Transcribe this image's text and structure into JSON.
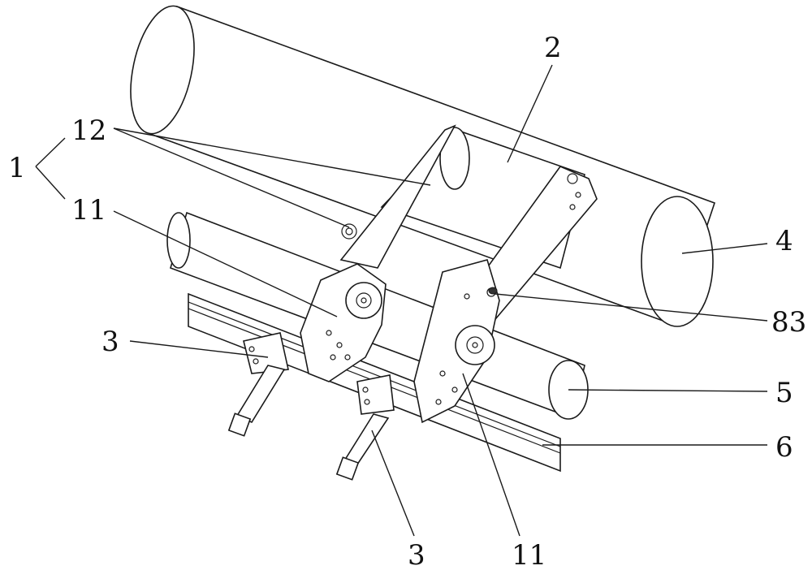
{
  "labels": {
    "l1": "1",
    "l12": "12",
    "l11_top": "11",
    "l2": "2",
    "l4": "4",
    "l83": "83",
    "l3_left": "3",
    "l5": "5",
    "l6": "6",
    "l3_bottom": "3",
    "l11_bottom": "11"
  }
}
